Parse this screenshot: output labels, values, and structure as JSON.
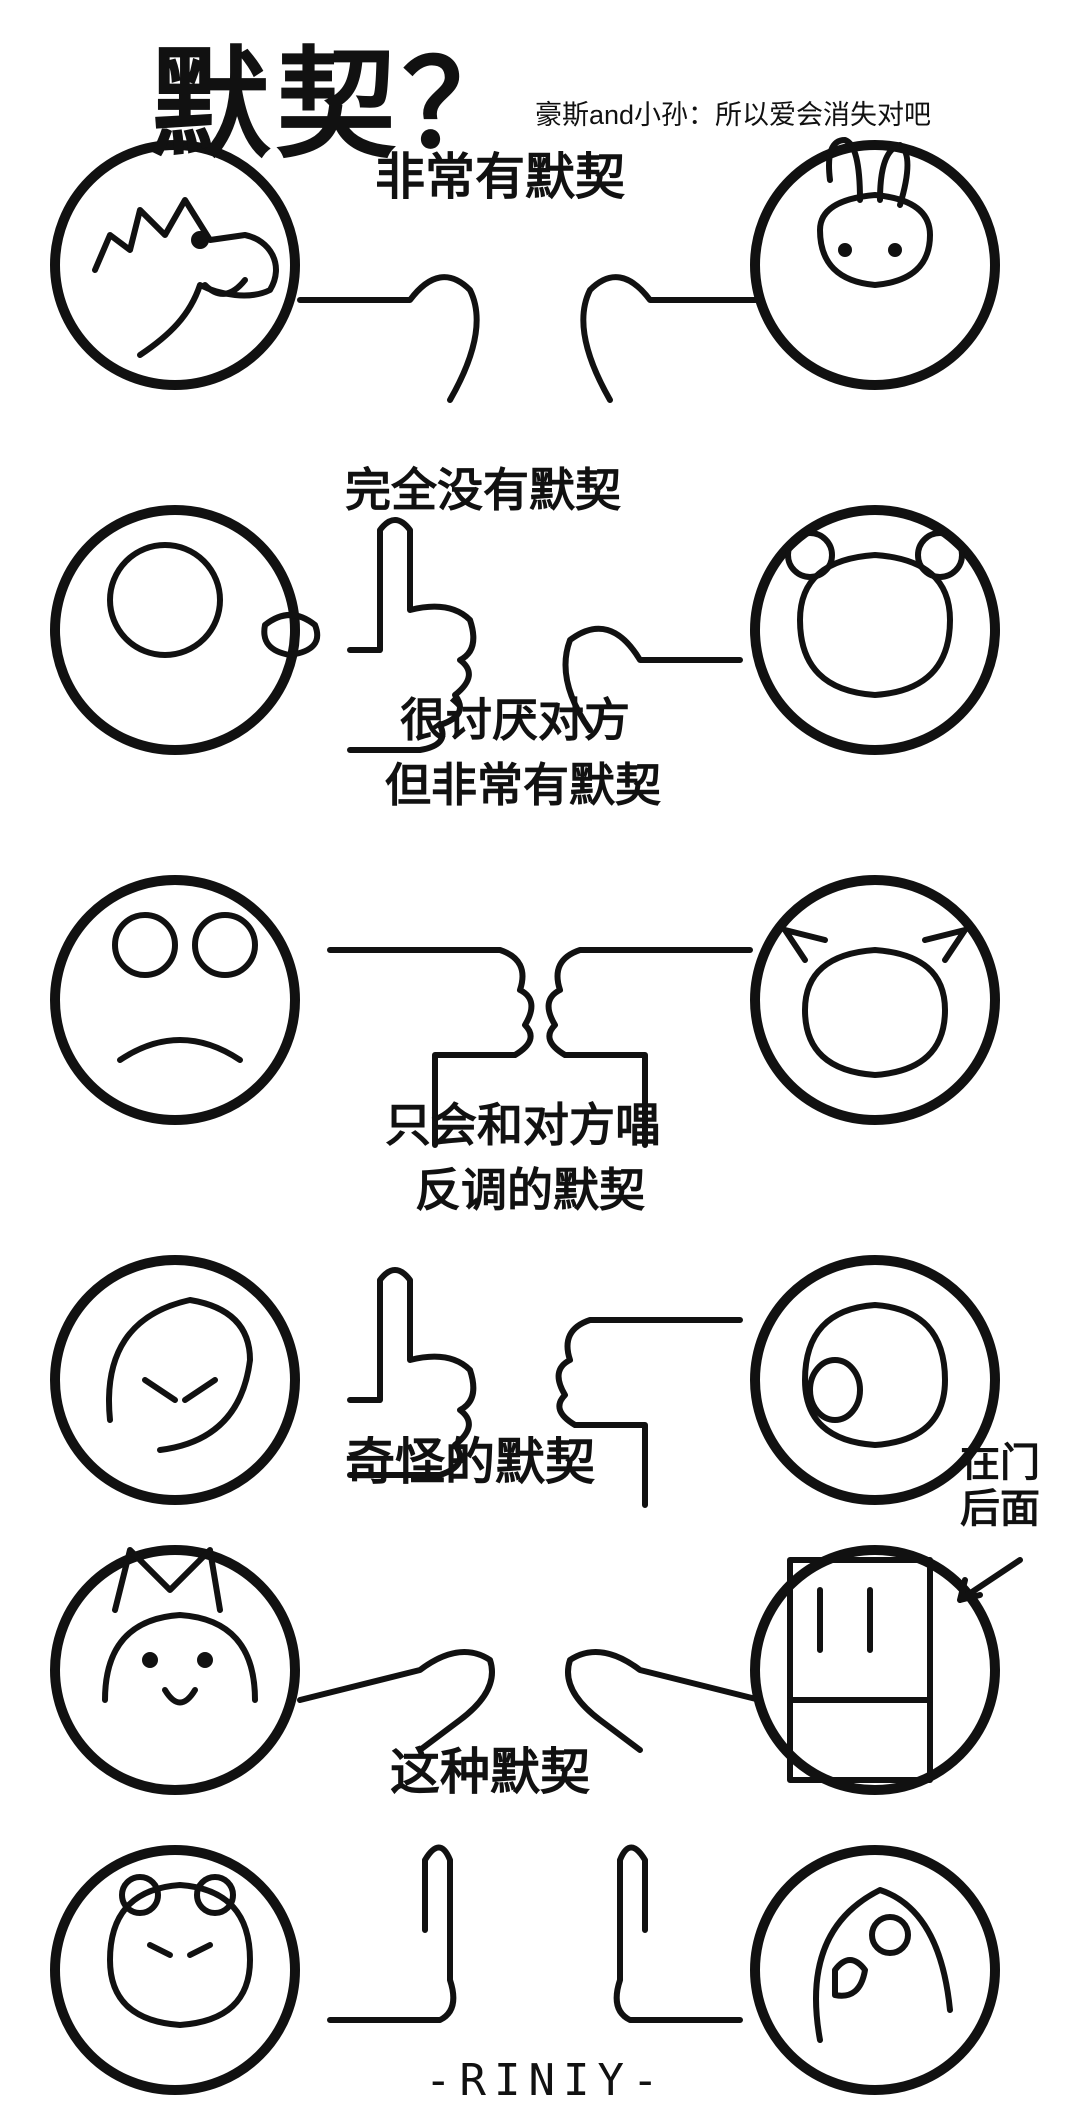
{
  "title": "默契？",
  "subtitle": "豪斯and小孙：所以爱会消失对吧",
  "panels": [
    {
      "caption": "非常有默契"
    },
    {
      "caption": "完全没有默契"
    },
    {
      "caption_line1": "很讨厌对方",
      "caption_line2": "但非常有默契"
    },
    {
      "caption_line1": "只会和对方唱",
      "caption_line2": "反调的默契"
    },
    {
      "caption": "奇怪的默契"
    },
    {
      "caption": "这种默契"
    }
  ],
  "side_note": {
    "line1": "在门",
    "line2": "后面"
  },
  "signature": "-RINIY-",
  "colors": {
    "ink": "#111111",
    "background": "#ffffff"
  }
}
